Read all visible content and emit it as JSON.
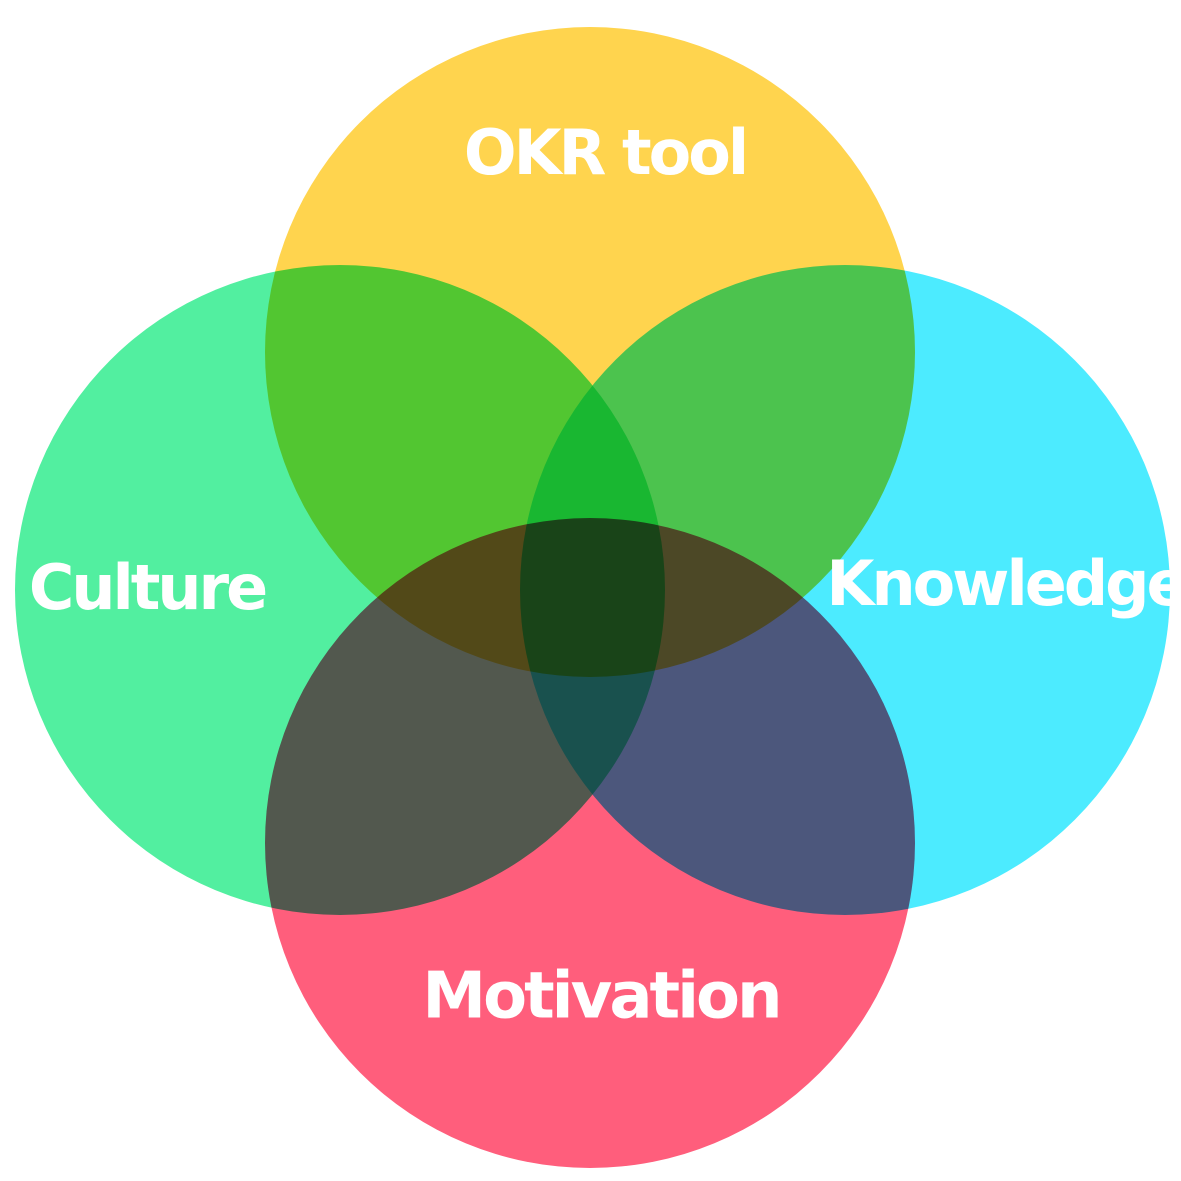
{
  "diagram": {
    "circles": [
      {
        "id": "culture",
        "label": "Culture",
        "color": "#52EFA0"
      },
      {
        "id": "knowledge",
        "label": "Knowledge",
        "color": "#4CEBFF"
      },
      {
        "id": "okr_tool",
        "label": "OKR tool",
        "color": "#FFD44E"
      },
      {
        "id": "motivation",
        "label": "Motivation",
        "color": "#FF5E7C"
      }
    ]
  }
}
